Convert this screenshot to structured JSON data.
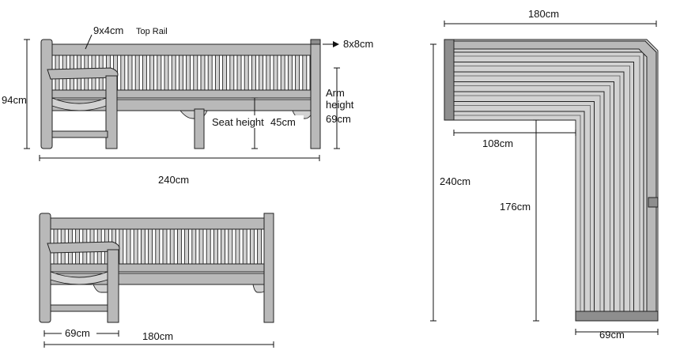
{
  "front_view": {
    "top_rail_dim": "9x4cm",
    "top_rail_label": "Top Rail",
    "post_dim": "8x8cm",
    "height": "94cm",
    "arm_height_label_1": "Arm",
    "arm_height_label_2": "height",
    "arm_height": "69cm",
    "seat_height_label": "Seat height",
    "seat_height": "45cm",
    "length": "240cm"
  },
  "side_view": {
    "arm_depth": "69cm",
    "length": "180cm"
  },
  "plan_view": {
    "top_length": "180cm",
    "side_length": "240cm",
    "inner_top": "108cm",
    "inner_side": "176cm",
    "depth": "69cm"
  }
}
